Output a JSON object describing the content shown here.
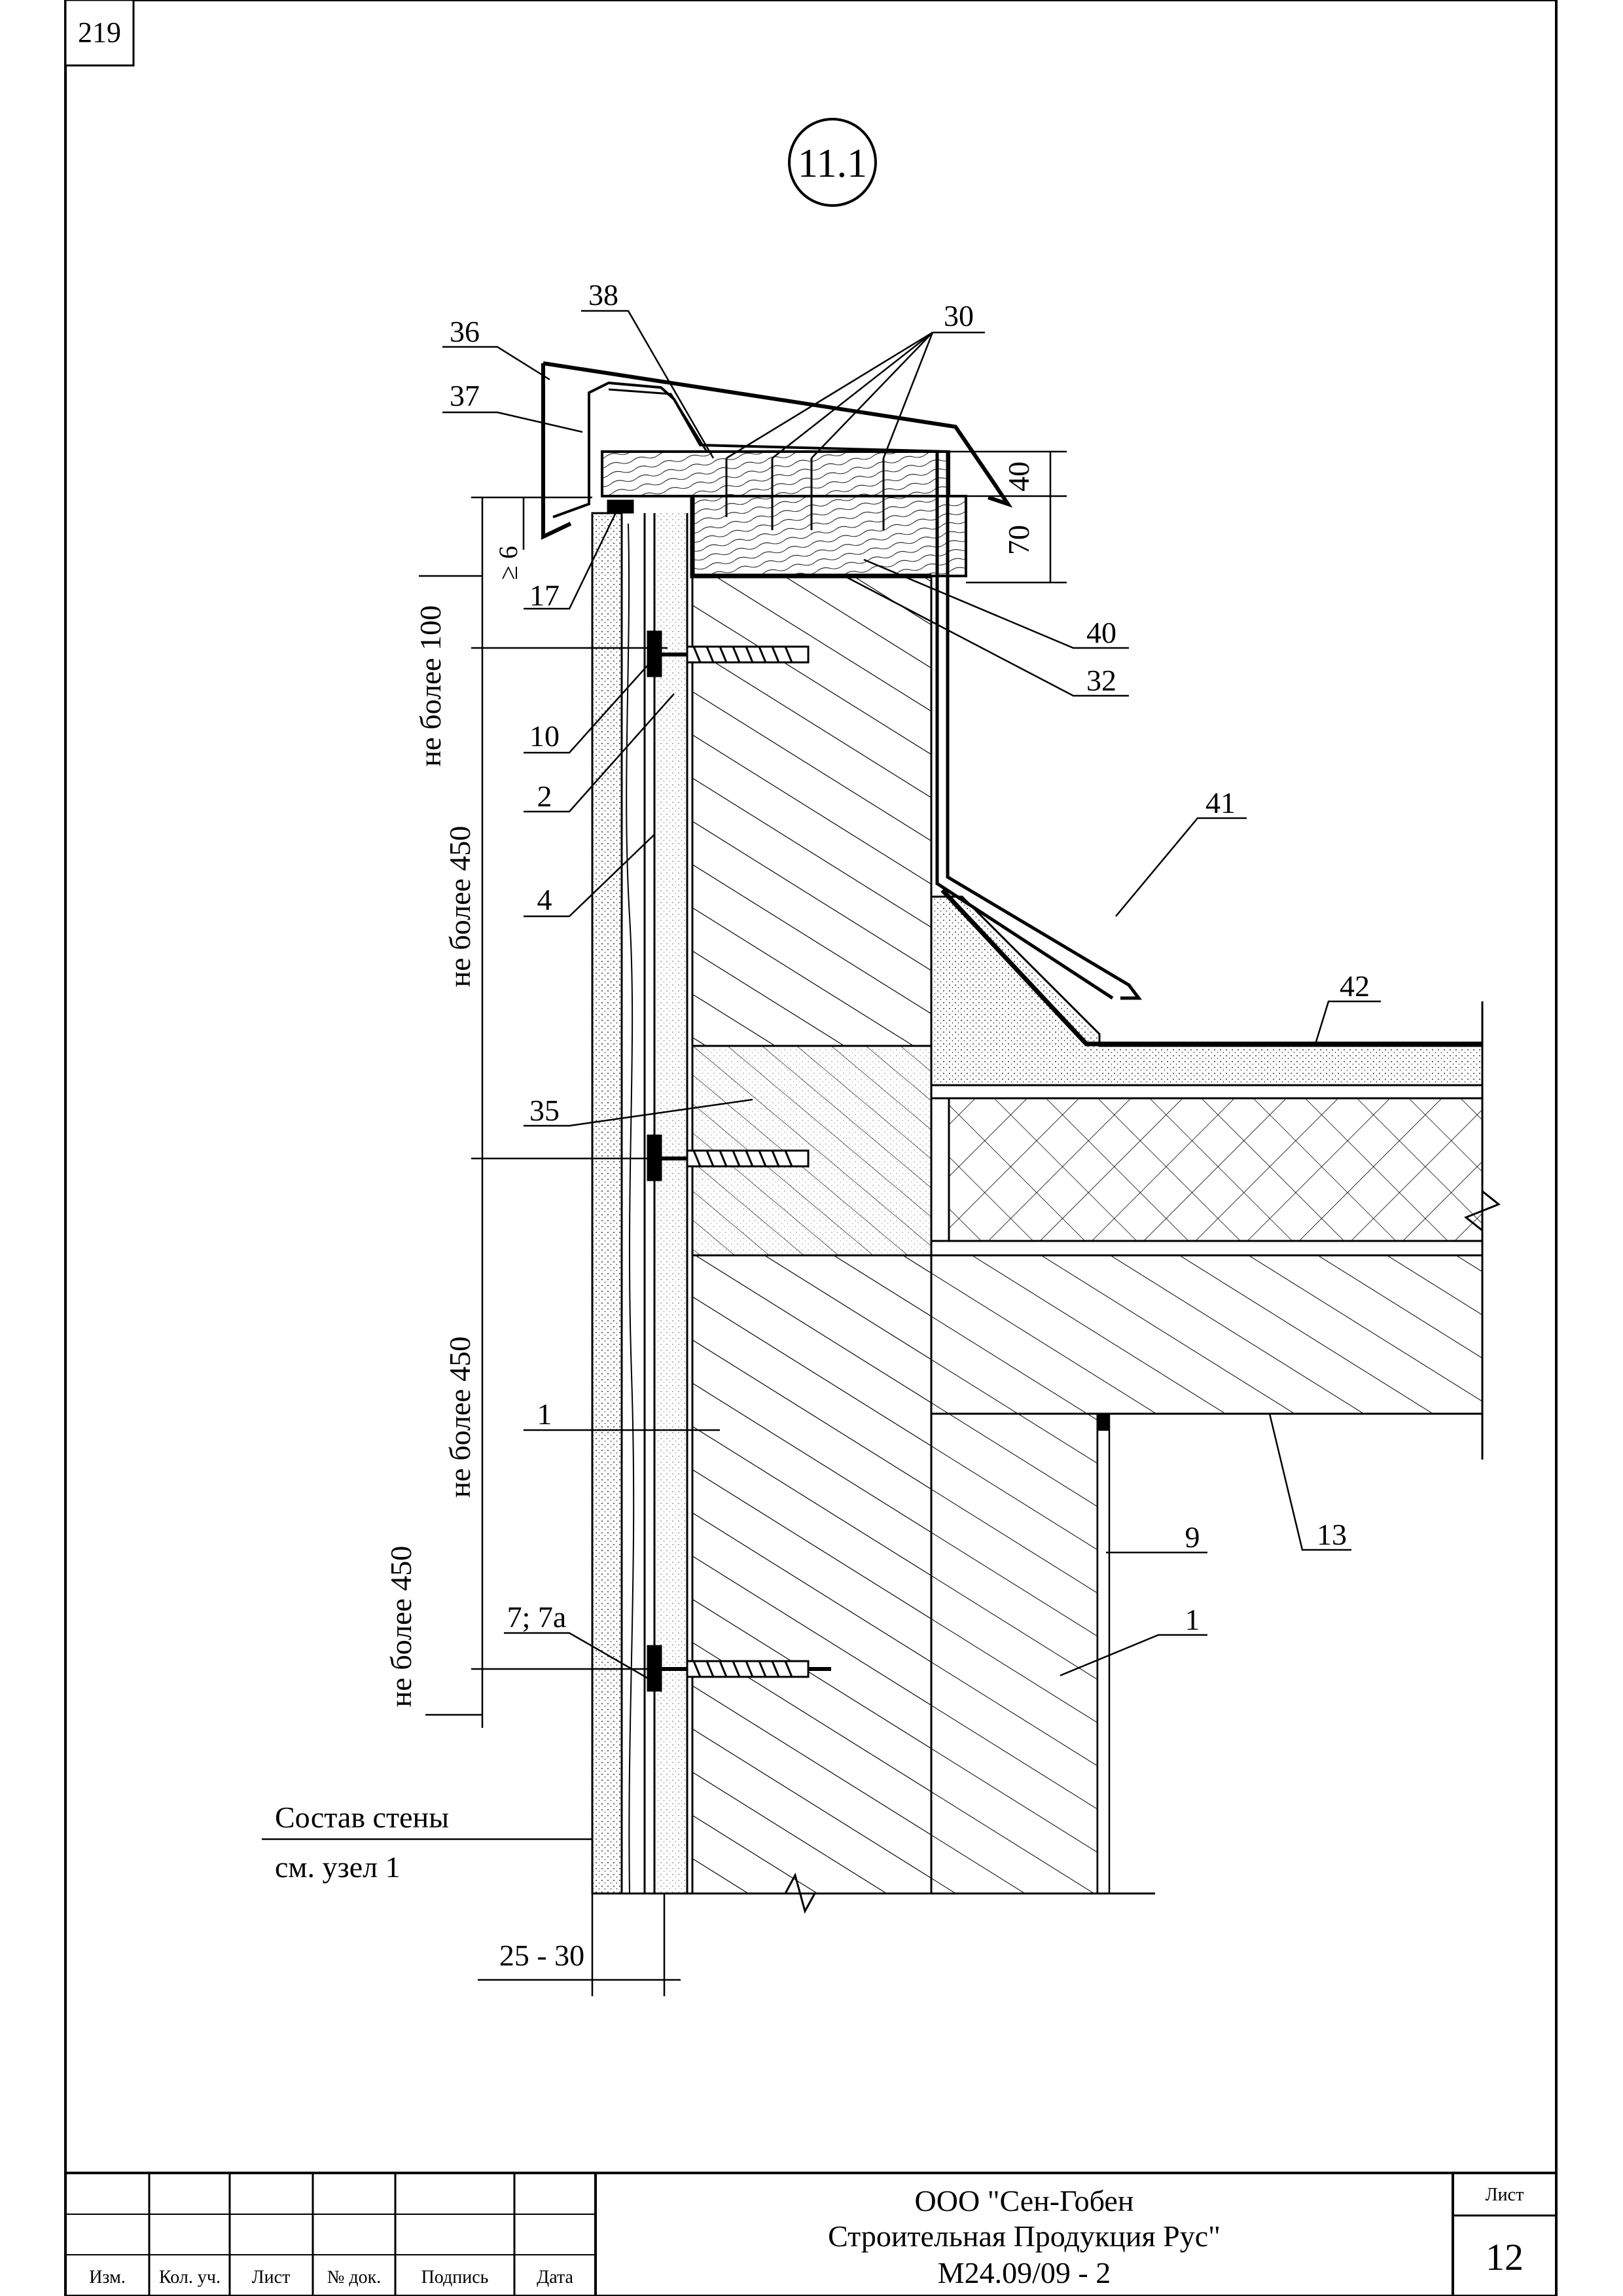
{
  "page_number": "219",
  "callout_id": "11.1",
  "labels": {
    "l36": "36",
    "l37": "37",
    "l38": "38",
    "l30": "30",
    "l40dim": "40",
    "l70dim": "70",
    "l17": "17",
    "l_ge6": "≥ 6",
    "l40": "40",
    "l32": "32",
    "l10": "10",
    "l2": "2",
    "l4": "4",
    "l41": "41",
    "l42": "42",
    "l35": "35",
    "l1a": "1",
    "l13": "13",
    "l9": "9",
    "l1b": "1",
    "l7": "7; 7а"
  },
  "dimensions": {
    "d100": "не более 100",
    "d450a": "не более 450",
    "d450b": "не более 450",
    "d450c": "не более 450",
    "d2530": "25 - 30"
  },
  "notes": {
    "wall_line1": "Состав стены",
    "wall_line2": "см. узел 1"
  },
  "title_block": {
    "columns": [
      "Изм.",
      "Кол. уч.",
      "Лист",
      "№ док.",
      "Подпись",
      "Дата"
    ],
    "company_line1": "ООО \"Сен-Гобен",
    "company_line2": "Строительная Продукция Рус\"",
    "doc_code": "М24.09/09 - 2",
    "sheet_label": "Лист",
    "sheet_number": "12"
  }
}
